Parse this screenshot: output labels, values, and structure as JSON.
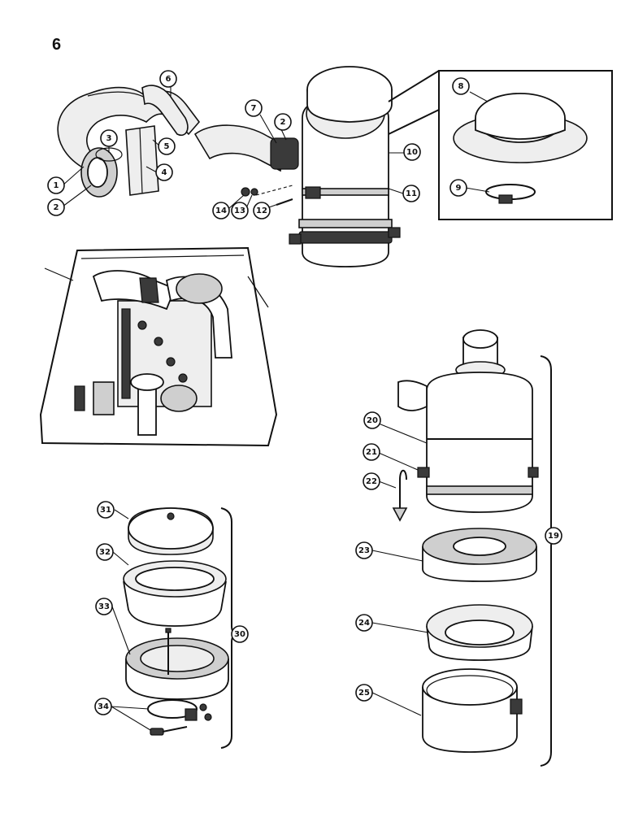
{
  "page": {
    "number": "6"
  },
  "callouts": [
    {
      "id": "c1",
      "label": "1"
    },
    {
      "id": "c2a",
      "label": "2"
    },
    {
      "id": "c3",
      "label": "3"
    },
    {
      "id": "c4",
      "label": "4"
    },
    {
      "id": "c5",
      "label": "5"
    },
    {
      "id": "c6",
      "label": "6"
    },
    {
      "id": "c7",
      "label": "7"
    },
    {
      "id": "c2b",
      "label": "2"
    },
    {
      "id": "c8",
      "label": "8"
    },
    {
      "id": "c9",
      "label": "9"
    },
    {
      "id": "c10",
      "label": "10"
    },
    {
      "id": "c11",
      "label": "11"
    },
    {
      "id": "c12",
      "label": "12"
    },
    {
      "id": "c13",
      "label": "13"
    },
    {
      "id": "c14",
      "label": "14"
    },
    {
      "id": "c19",
      "label": "19"
    },
    {
      "id": "c20",
      "label": "20"
    },
    {
      "id": "c21",
      "label": "21"
    },
    {
      "id": "c22",
      "label": "22"
    },
    {
      "id": "c23",
      "label": "23"
    },
    {
      "id": "c24",
      "label": "24"
    },
    {
      "id": "c25",
      "label": "25"
    },
    {
      "id": "c30",
      "label": "30"
    },
    {
      "id": "c31",
      "label": "31"
    },
    {
      "id": "c32",
      "label": "32"
    },
    {
      "id": "c33",
      "label": "33"
    },
    {
      "id": "c34",
      "label": "34"
    }
  ]
}
